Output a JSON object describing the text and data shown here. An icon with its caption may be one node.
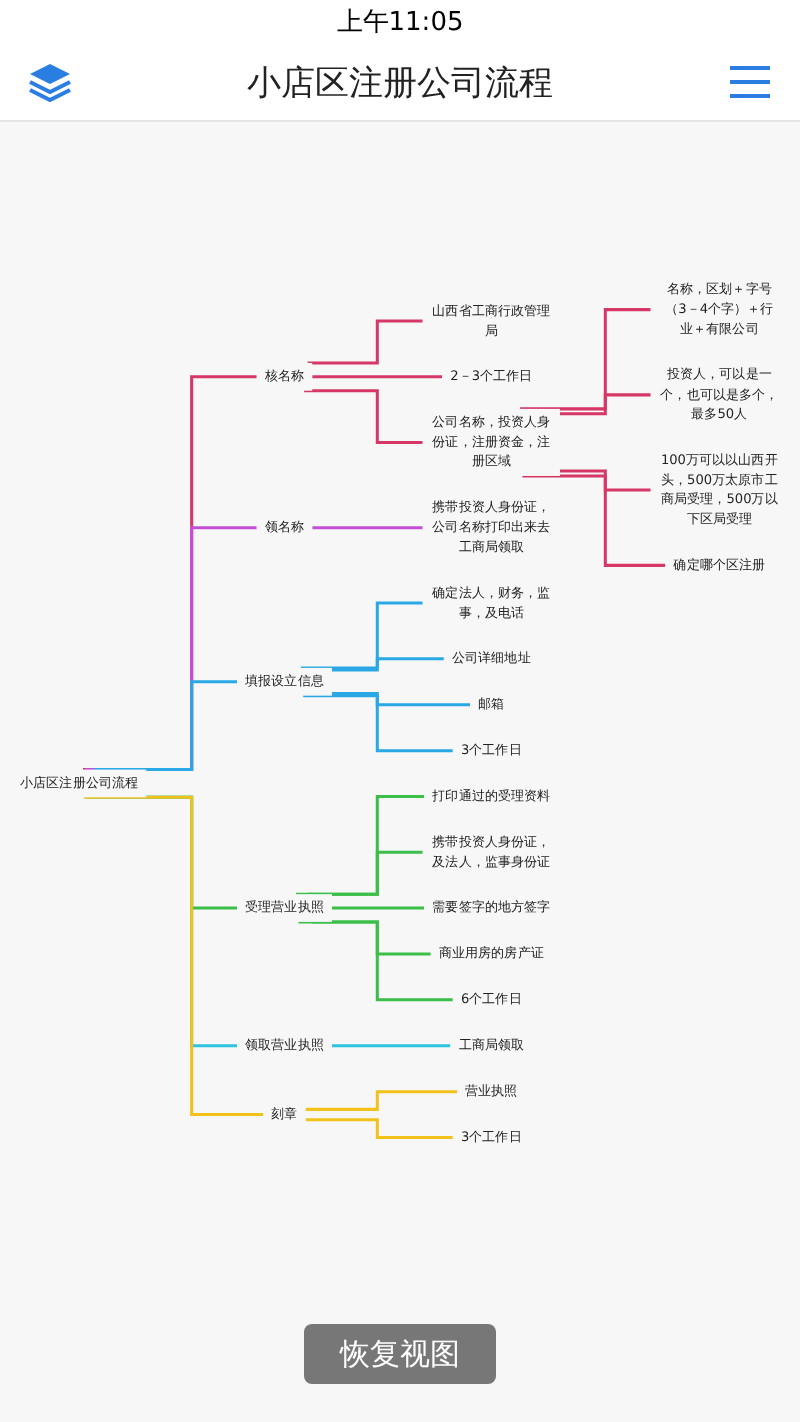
{
  "diagram": {
    "title": "小店区注册公司流程",
    "nodes": [
      {
        "text": [
          "小店区注册公司流程"
        ]
      },
      {
        "text": [
          "核名称"
        ]
      },
      {
        "text": [
          "山西省工商行政管理局"
        ]
      },
      {
        "text": [
          "2－3个工作日"
        ]
      },
      {
        "text": [
          "公司名称，投资人身份证，注册资金，注册区域"
        ]
      },
      {
        "text": [
          "名称，区划＋字号（3－4个字）＋行业＋有限公司"
        ]
      },
      {
        "text": [
          "投资人，可以是一个，也可以是多个，最多50人"
        ]
      },
      {
        "text": [
          "100万可以以山西开头，500万太原市工商局受理，500万以下区局受理"
        ]
      },
      {
        "text": [
          "确定哪个区注册"
        ]
      },
      {
        "text": [
          "领名称"
        ]
      },
      {
        "text": [
          "携带投资人身份证，公司名称打印出来去工商局领取"
        ]
      },
      {
        "text": [
          "填报设立信息"
        ]
      },
      {
        "text": [
          "确定法人，财务，监事，及电话"
        ]
      },
      {
        "text": [
          "公司详细地址"
        ]
      },
      {
        "text": [
          "邮箱"
        ]
      },
      {
        "text": [
          "3个工作日"
        ]
      },
      {
        "text": [
          "受理营业执照"
        ]
      },
      {
        "text": [
          "打印通过的受理资料"
        ]
      },
      {
        "text": [
          "携带投资人身份证，及法人，监事身份证"
        ]
      },
      {
        "text": [
          "需要签字的地方签字"
        ]
      },
      {
        "text": [
          "商业用房的房产证"
        ]
      },
      {
        "text": [
          "6个工作日"
        ]
      },
      {
        "text": [
          "领取营业执照"
        ]
      },
      {
        "text": [
          "工商局领取"
        ]
      },
      {
        "text": [
          "刻章"
        ]
      },
      {
        "text": [
          "营业执照"
        ]
      },
      {
        "text": [
          "3个工作日"
        ]
      }
    ],
    "edges": [
      {
        "from": 0,
        "to": 1,
        "arrow": "none"
      },
      {
        "from": 1,
        "to": 2,
        "arrow": "none"
      },
      {
        "from": 1,
        "to": 3,
        "arrow": "none"
      },
      {
        "from": 1,
        "to": 4,
        "arrow": "none"
      },
      {
        "from": 4,
        "to": 5,
        "arrow": "none"
      },
      {
        "from": 4,
        "to": 6,
        "arrow": "none"
      },
      {
        "from": 4,
        "to": 7,
        "arrow": "none"
      },
      {
        "from": 4,
        "to": 8,
        "arrow": "none"
      },
      {
        "from": 0,
        "to": 9,
        "arrow": "none",
        "color": "#c24fd6"
      },
      {
        "from": 9,
        "to": 10,
        "arrow": "none",
        "color": "#c24fd6"
      },
      {
        "from": 0,
        "to": 11,
        "arrow": "none",
        "color": "#2aa8e6"
      },
      {
        "from": 11,
        "to": 12,
        "arrow": "none",
        "color": "#2aa8e6"
      },
      {
        "from": 11,
        "to": 13,
        "arrow": "none",
        "color": "#2aa8e6"
      },
      {
        "from": 11,
        "to": 14,
        "arrow": "none",
        "color": "#2aa8e6"
      },
      {
        "from": 11,
        "to": 15,
        "arrow": "none",
        "color": "#2aa8e6"
      },
      {
        "from": 0,
        "to": 16,
        "arrow": "none",
        "color": "#3bbf48"
      },
      {
        "from": 16,
        "to": 17,
        "arrow": "none",
        "color": "#3bbf48"
      },
      {
        "from": 16,
        "to": 18,
        "arrow": "none",
        "color": "#3bbf48"
      },
      {
        "from": 16,
        "to": 19,
        "arrow": "none",
        "color": "#3bbf48"
      },
      {
        "from": 16,
        "to": 20,
        "arrow": "none",
        "color": "#3bbf48"
      },
      {
        "from": 16,
        "to": 21,
        "arrow": "none",
        "color": "#3bbf48"
      },
      {
        "from": 0,
        "to": 22,
        "arrow": "none",
        "color": "#2ec4df"
      },
      {
        "from": 22,
        "to": 23,
        "arrow": "none",
        "color": "#2ec4df"
      },
      {
        "from": 0,
        "to": 24,
        "arrow": "none",
        "color": "#f2c21b"
      },
      {
        "from": 24,
        "to": 25,
        "arrow": "none",
        "color": "#f2c21b"
      },
      {
        "from": 24,
        "to": 26,
        "arrow": "none",
        "color": "#f2c21b"
      }
    ],
    "labels": [
      "上午11:05",
      "恢复视图"
    ]
  }
}
